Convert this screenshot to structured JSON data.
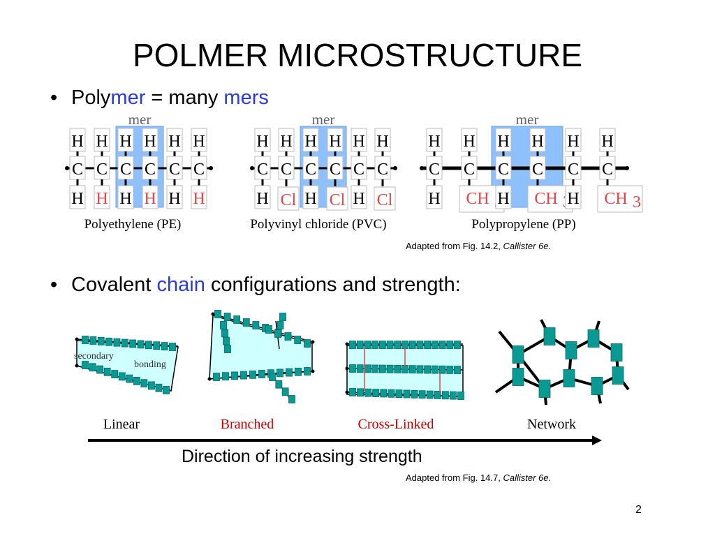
{
  "title": "POLMER MICROSTRUCTURE",
  "bullet1": {
    "prefix": "Poly",
    "mer": "mer",
    "middle": " = many ",
    "mers": "mers"
  },
  "mer_label": "mer",
  "atoms": {
    "H": "H",
    "C": "C",
    "Cl": "Cl",
    "CH": "CH",
    "three": "3"
  },
  "polymers": [
    {
      "name": "Polyethylene (PE)"
    },
    {
      "name": "Polyvinyl chloride (PVC)"
    },
    {
      "name": "Polypropylene (PP)"
    }
  ],
  "caption1": {
    "text": "Adapted from Fig. 14.2, ",
    "italic": "Callister 6e",
    "end": "."
  },
  "bullet2": {
    "pre": "Covalent ",
    "chain": "chain",
    "post": " configurations and strength:"
  },
  "linear_labels": {
    "secondary": "secondary",
    "bonding": "bonding"
  },
  "chain_types": [
    {
      "name": "Linear",
      "color": "#000000"
    },
    {
      "name": "Branched",
      "color": "#cc0000"
    },
    {
      "name": "Cross-Linked",
      "color": "#cc0000"
    },
    {
      "name": "Network",
      "color": "#000000"
    }
  ],
  "arrow_label": "Direction of increasing strength",
  "caption2": {
    "text": "Adapted from Fig. 14.7, ",
    "italic": "Callister 6e",
    "end": "."
  },
  "page_number": "2",
  "colors": {
    "accent_blue": "#2b3bd6",
    "mer_highlight": "#8ec0fb",
    "red": "#e04848",
    "teal": "#0a9a93",
    "cyan_fill": "#cfffff"
  }
}
